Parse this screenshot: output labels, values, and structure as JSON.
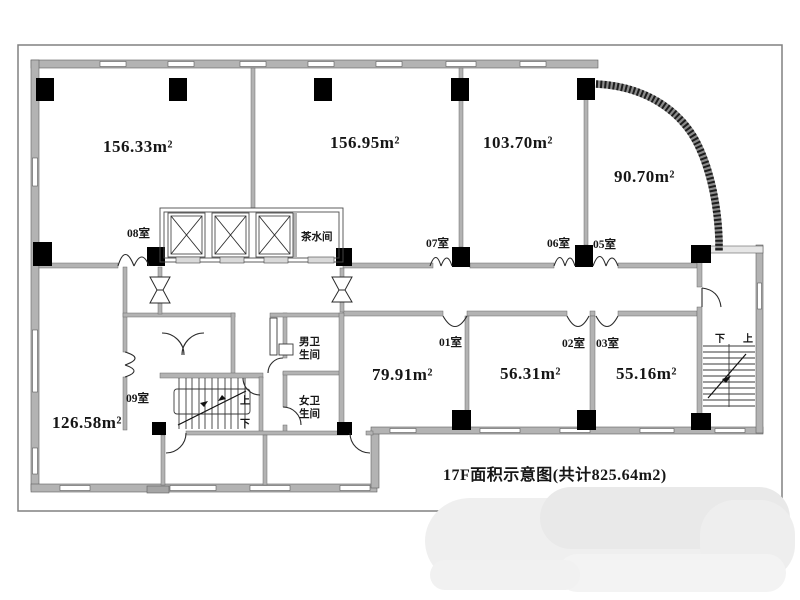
{
  "title": "17F面积示意图(共计825.64m2)",
  "rooms": {
    "r156_33": "156.33m²",
    "r156_95": "156.95m²",
    "r103_70": "103.70m²",
    "r90_70": "90.70m²",
    "r79_91": "79.91m²",
    "r56_31": "56.31m²",
    "r55_16": "55.16m²",
    "r126_58": "126.58m²"
  },
  "doors": {
    "d08": "08室",
    "d07": "07室",
    "d06": "06室",
    "d05": "05室",
    "d01": "01室",
    "d02": "02室",
    "d03": "03室",
    "d09": "09室"
  },
  "facilities": {
    "tea_room": "茶水间",
    "male_wc_line1": "男卫",
    "male_wc_line2": "生间",
    "female_wc_line1": "女卫",
    "female_wc_line2": "生间"
  },
  "stairs": {
    "up": "上",
    "down": "下"
  },
  "colors": {
    "wall_fill": "#b3b3b3",
    "column_fill": "#000000",
    "line": "#2b2b2b",
    "frame": "#808080",
    "watermark": "#ededed"
  }
}
